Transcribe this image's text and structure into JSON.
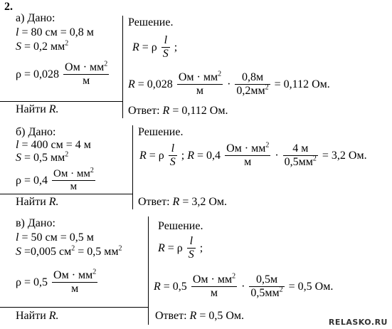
{
  "problem_number": "2.",
  "watermark": "RELASKO.RU",
  "a": {
    "label": "а) Дано:",
    "given1": {
      "var": "l",
      "text": " = 80 см = 0,8 м"
    },
    "given2": {
      "var": "S",
      "text": " = 0,2 мм",
      "sup": "2"
    },
    "rho_prefix": "ρ = 0,028",
    "rho_num": "Ом · мм",
    "rho_num_sup": "2",
    "rho_den": "м",
    "find": "Найти ",
    "find_var": "R.",
    "solution_title": "Решение.",
    "formula_left": "R",
    "formula_eq": " = ρ",
    "formula_num": "l",
    "formula_den": "S",
    "formula_end": ";",
    "calc_left": "R",
    "calc_prefix": " = 0,028",
    "calc_f1_num": "Ом · мм",
    "calc_f1_num_sup": "2",
    "calc_f1_den": "м",
    "calc_dot": "·",
    "calc_f2_num": "0,8м",
    "calc_f2_den": "0,2мм",
    "calc_f2_den_sup": "2",
    "calc_result": "= 0,112 Ом.",
    "answer_label": "Ответ: ",
    "answer_var": "R",
    "answer_value": " = 0,112 Ом."
  },
  "b": {
    "label": "б) Дано:",
    "given1": {
      "var": "l",
      "text": " = 400 см = 4 м"
    },
    "given2": {
      "var": "S",
      "text": " = 0,5 мм",
      "sup": "2"
    },
    "rho_prefix": "ρ = 0,4",
    "rho_num": "Ом · мм",
    "rho_num_sup": "2",
    "rho_den": "м",
    "find": "Найти ",
    "find_var": "R.",
    "solution_title": "Решение.",
    "formula_left": "R",
    "formula_eq": " = ρ",
    "formula_num": "l",
    "formula_den": "S",
    "formula_mid": "; ",
    "calc_left": "R",
    "calc_prefix": " = 0,4",
    "calc_f1_num": "Ом · мм",
    "calc_f1_num_sup": "2",
    "calc_f1_den": "м",
    "calc_dot": "·",
    "calc_f2_num": "4 м",
    "calc_f2_den": "0,5мм",
    "calc_f2_den_sup": "2",
    "calc_result": "= 3,2 Ом.",
    "answer_label": "Ответ: ",
    "answer_var": "R",
    "answer_value": " = 3,2 Ом."
  },
  "c": {
    "label": "в) Дано:",
    "given1": {
      "var": "l",
      "text": " = 50 см = 0,5 м"
    },
    "given2": {
      "var": "S",
      "text": " =0,005 см",
      "sup": "2",
      "text2": " = 0,5 мм",
      "sup2": "2"
    },
    "rho_prefix": "ρ = 0,5",
    "rho_num": "Ом · мм",
    "rho_num_sup": "2",
    "rho_den": "м",
    "find": "Найти ",
    "find_var": "R.",
    "solution_title": "Решение.",
    "formula_left": "R",
    "formula_eq": " = ρ",
    "formula_num": "l",
    "formula_den": "S",
    "formula_end": ";",
    "calc_left": "R",
    "calc_prefix": " = 0,5",
    "calc_f1_num": "Ом · мм",
    "calc_f1_num_sup": "2",
    "calc_f1_den": "м",
    "calc_dot": "·",
    "calc_f2_num": "0,5м",
    "calc_f2_den": "0,5мм",
    "calc_f2_den_sup": "2",
    "calc_result": "= 0,5 Ом.",
    "answer_label": "Ответ: ",
    "answer_var": "R",
    "answer_value": " = 0,5 Ом."
  }
}
